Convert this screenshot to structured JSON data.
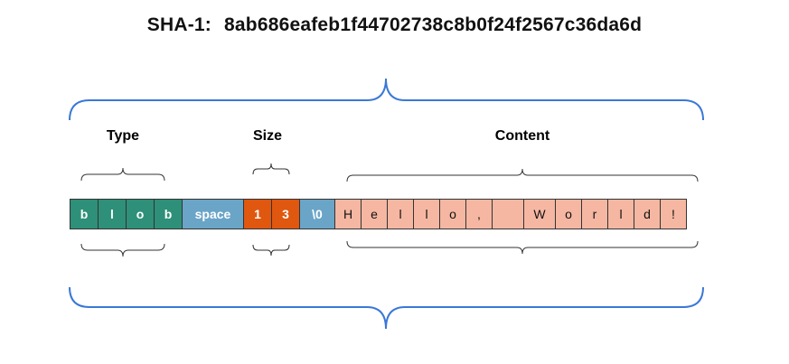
{
  "title": {
    "label": "SHA-1:",
    "hash": "8ab686eafeb1f44702738c8b0f24f2567c36da6d"
  },
  "sections": {
    "type": "Type",
    "size": "Size",
    "content": "Content"
  },
  "cells": [
    {
      "text": "b",
      "group": "type"
    },
    {
      "text": "l",
      "group": "type"
    },
    {
      "text": "o",
      "group": "type"
    },
    {
      "text": "b",
      "group": "type"
    },
    {
      "text": "space",
      "group": "separator"
    },
    {
      "text": "1",
      "group": "size"
    },
    {
      "text": "3",
      "group": "size"
    },
    {
      "text": "\\0",
      "group": "null"
    },
    {
      "text": "H",
      "group": "content"
    },
    {
      "text": "e",
      "group": "content"
    },
    {
      "text": "l",
      "group": "content"
    },
    {
      "text": "l",
      "group": "content"
    },
    {
      "text": "o",
      "group": "content"
    },
    {
      "text": ",",
      "group": "content"
    },
    {
      "text": " ",
      "group": "content"
    },
    {
      "text": "W",
      "group": "content"
    },
    {
      "text": "o",
      "group": "content"
    },
    {
      "text": "r",
      "group": "content"
    },
    {
      "text": "l",
      "group": "content"
    },
    {
      "text": "d",
      "group": "content"
    },
    {
      "text": "!",
      "group": "content"
    }
  ],
  "colors": {
    "type": "#2e9078",
    "separator": "#6aa5c8",
    "size": "#e0570f",
    "null": "#6aa5c8",
    "content": "#f6b7a2",
    "outer_brace": "#3a78d6",
    "inner_brace": "#333333"
  }
}
